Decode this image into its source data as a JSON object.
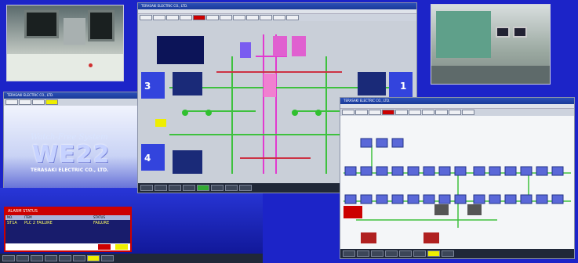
{
  "colors": {
    "background": "#1c24c8",
    "alarm": "#cc0000",
    "pipe_green": "#3ec13e",
    "pipe_magenta": "#e23ad0",
    "pump_blue": "#3344dd",
    "window_bg": "#c9cfd8"
  },
  "photos": {
    "console_left": {
      "icon": "control-console-photo"
    },
    "console_right": {
      "icon": "switchboard-photo"
    }
  },
  "brand_window": {
    "title": "TERASAKI ELECTRIC CO., LTD.",
    "logo_title": "Watch-Free System",
    "logo": "WE22",
    "company": "TERASAKI ELECTRIC CO., LTD."
  },
  "alarm_window": {
    "title": "ALARM STATUS",
    "columns": [
      "NO.",
      "ITEM",
      "STATUS"
    ],
    "rows": [
      {
        "no": "ST1A",
        "item": "PLC 2 FAILURE",
        "status": "FAILURE"
      }
    ]
  },
  "engine_window": {
    "title": "TERASAKI ELECTRIC CO., LTD.",
    "generators": [
      "3",
      "4",
      "1"
    ]
  },
  "network_window": {
    "title": "TERASAKI ELECTRIC CO., LTD."
  }
}
